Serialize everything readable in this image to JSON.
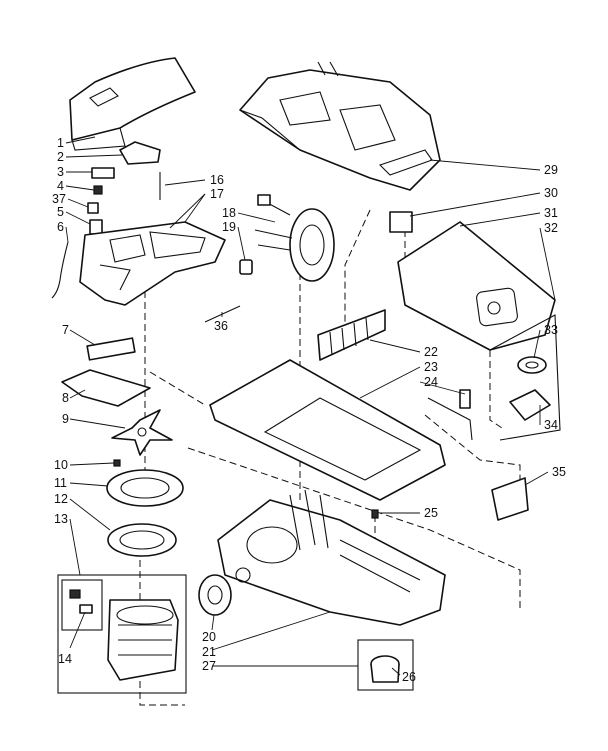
{
  "callouts": [
    {
      "id": "c1",
      "label": "1"
    },
    {
      "id": "c2",
      "label": "2"
    },
    {
      "id": "c3",
      "label": "3"
    },
    {
      "id": "c4",
      "label": "4"
    },
    {
      "id": "c37",
      "label": "37"
    },
    {
      "id": "c5",
      "label": "5"
    },
    {
      "id": "c6",
      "label": "6"
    },
    {
      "id": "c7",
      "label": "7"
    },
    {
      "id": "c8",
      "label": "8"
    },
    {
      "id": "c9",
      "label": "9"
    },
    {
      "id": "c10",
      "label": "10"
    },
    {
      "id": "c11",
      "label": "11"
    },
    {
      "id": "c12",
      "label": "12"
    },
    {
      "id": "c13",
      "label": "13"
    },
    {
      "id": "c14",
      "label": "14"
    },
    {
      "id": "c16",
      "label": "16"
    },
    {
      "id": "c17",
      "label": "17"
    },
    {
      "id": "c18",
      "label": "18"
    },
    {
      "id": "c19",
      "label": "19"
    },
    {
      "id": "c20",
      "label": "20"
    },
    {
      "id": "c21",
      "label": "21"
    },
    {
      "id": "c22",
      "label": "22"
    },
    {
      "id": "c23",
      "label": "23"
    },
    {
      "id": "c24",
      "label": "24"
    },
    {
      "id": "c25",
      "label": "25"
    },
    {
      "id": "c26",
      "label": "26"
    },
    {
      "id": "c27",
      "label": "27"
    },
    {
      "id": "c29",
      "label": "29"
    },
    {
      "id": "c30",
      "label": "30"
    },
    {
      "id": "c31",
      "label": "31"
    },
    {
      "id": "c32",
      "label": "32"
    },
    {
      "id": "c33",
      "label": "33"
    },
    {
      "id": "c34",
      "label": "34"
    },
    {
      "id": "c35",
      "label": "35"
    },
    {
      "id": "c36",
      "label": "36"
    }
  ]
}
